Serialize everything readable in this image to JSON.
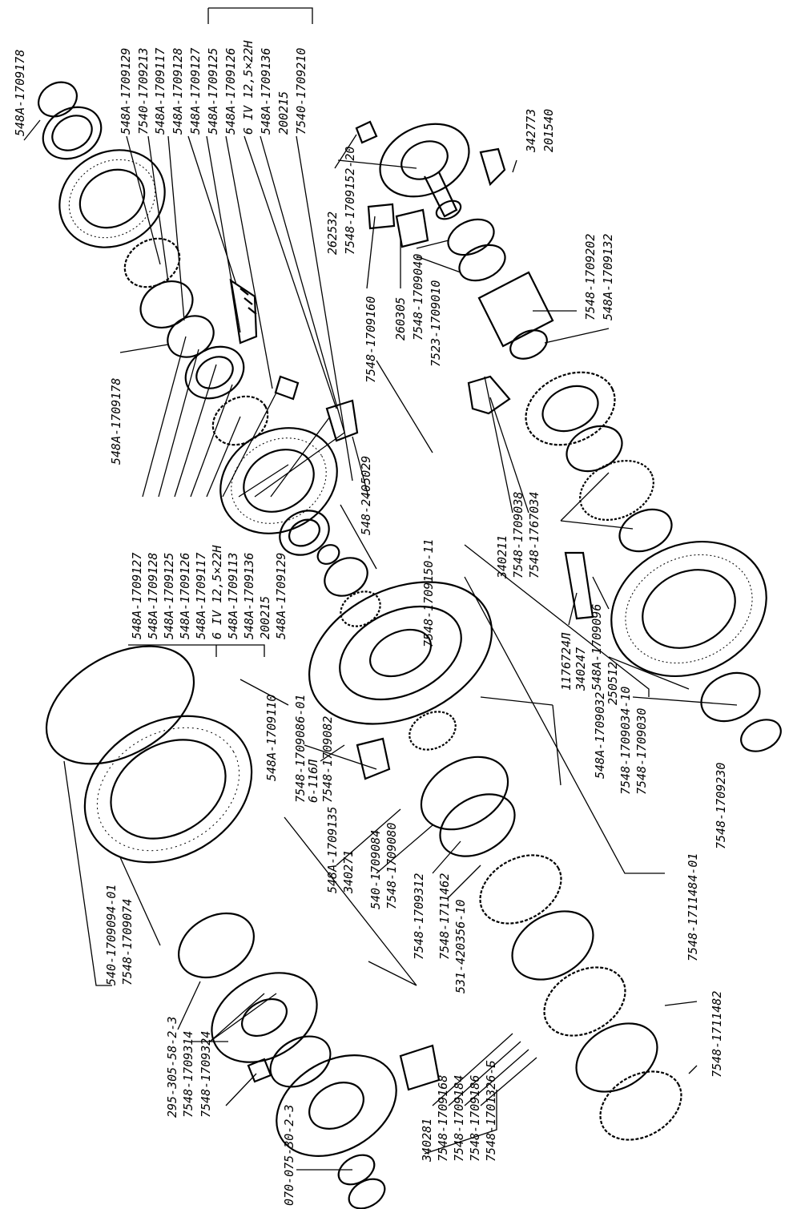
{
  "labels": {
    "l_1709178_top": "548A-1709178",
    "l_1709129_t": "548A-1709129",
    "l_1709213": "7540-1709213",
    "l_1709117_t": "548A-1709117",
    "l_1709128_t": "548A-1709128",
    "l_1709127_t": "548A-1709127",
    "l_1709125_t": "548A-1709125",
    "l_1709126_t": "548A-1709126",
    "l_bolt_t": "6 IV 12,5×22Н",
    "l_1709136_t": "548A-1709136",
    "l_200215_t": "200215",
    "l_1709210": "7540-1709210",
    "l_262532": "262532",
    "l_170915220": "7548-1709152-20",
    "l_1709160": "7548-1709160",
    "l_260305": "260305",
    "l_1709040": "7548-1709040",
    "l_1709010": "7523-1709010",
    "l_342773": "342773",
    "l_201540": "201540",
    "l_1709202": "7548-1709202",
    "l_1709132": "548A-1709132",
    "l_1709178_mid": "548A-1709178",
    "l_2405029": "548-2405029",
    "l_170915011": "7548-1709150-11",
    "l_1709127_b": "548A-1709127",
    "l_1709128_b": "548A-1709128",
    "l_1709125_b": "548A-1709125",
    "l_1709126_b": "548A-1709126",
    "l_1709117_b": "548A-1709117",
    "l_bolt_b": "6 IV 12,5×22Н",
    "l_1709113": "548A-1709113",
    "l_1709136_b": "548A-1709136",
    "l_200215_b": "200215",
    "l_1709129_b": "548A-1709129",
    "l_340211": "340211",
    "l_1709038": "7548-1709038",
    "l_1767034": "7548-1767034",
    "l_1176724": "1176724Л",
    "l_340247": "340247",
    "l_1709096": "548A-1709096",
    "l_250512": "250512",
    "l_1709032": "548A-1709032",
    "l_1709034": "7548-1709034-10",
    "l_1709030": "7548-1709030",
    "l_1709230": "7548-1709230",
    "l_1709110": "548A-1709110",
    "l_170908601": "7548-1709086-01",
    "l_6116": "6-116Л",
    "l_1709082": "7548-1709082",
    "l_1709135": "548A-1709135",
    "l_340271": "340271",
    "l_540_1709084": "540-1709084",
    "l_1709080": "7548-1709080",
    "l_1709312": "7548-1709312",
    "l_1711462": "7548-1711462",
    "l_531": "531-420356-10",
    "l_171148401": "7548-1711484-01",
    "l_1711482": "7548-1711482",
    "l_170909401": "540-1709094-01",
    "l_1709074": "7548-1709074",
    "l_295": "295-305-58-2-3",
    "l_1709314": "7548-1709314",
    "l_1709324": "7548-1709324",
    "l_070": "070-075-30-2-3",
    "l_340281": "340281",
    "l_1709168": "7548-1709168",
    "l_1709184": "7548-1709184",
    "l_1709186": "7548-1709186",
    "l_1701326": "7548-1701326-Б"
  }
}
